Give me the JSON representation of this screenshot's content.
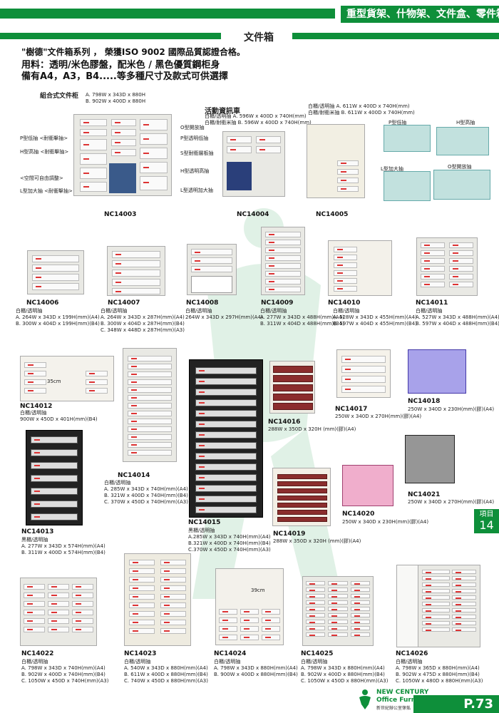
{
  "header": {
    "category": "重型貨架、什物架、文件盒、零件箱",
    "title": "文件箱"
  },
  "intro": [
    "\"樹德\"文件箱系列 ， 榮獲ISO 9002 國際品質認證合格。",
    "用料：透明/米色膠盤，配米色 / 黑色優質鋼柜身",
    "備有A4，A3，B4.....等多種尺寸及款式可供選擇"
  ],
  "combo": {
    "title": "組合式文件柜",
    "specs": [
      "A. 798W x 343D x 880H",
      "B. 902W x 400D x 880H"
    ],
    "code": "NC14003",
    "left_callouts": [
      "P型低抽 <耐衝擊抽>",
      "H型高抽 <耐衝擊抽>",
      "<空間可自由調整>",
      "L型加大抽 <耐衝擊抽>"
    ],
    "right_callouts": [
      "O型開放抽",
      "P型透明低抽",
      "S型耐衝層板抽",
      "H型透明高抽",
      "L型透明加大抽"
    ]
  },
  "cart": {
    "title": "活動資訊車",
    "specs": [
      "白櫃/透明抽  A. 596W x 400D x 740H(mm)",
      "白櫃/耐衝米抽 B. 596W x 400D x 740H(mm)"
    ],
    "code": "NC14004"
  },
  "nc14005": {
    "specs": [
      "白櫃/透明抽  A. 611W x 400D x 740H(mm)",
      "白櫃/耐衝米抽 B. 611W x 400D x 740H(mm)"
    ],
    "code": "NC14005",
    "trays": [
      "P型低抽",
      "H型高抽",
      "L型加大抽",
      "O型開放抽"
    ]
  },
  "row2": [
    {
      "code": "NC14006",
      "specs": [
        "白櫃/透明抽",
        "A. 264W x 343D x 199H(mm)(A4)",
        "B. 300W x 404D x 199H(mm)(B4)"
      ]
    },
    {
      "code": "NC14007",
      "specs": [
        "白櫃/透明抽",
        "A. 264W x 343D x 287H(mm)(A4)",
        "B. 300W x 404D x 287H(mm)(B4)",
        "C. 348W x 448D x 287H(mm)(A3)"
      ]
    },
    {
      "code": "NC14008",
      "specs": [
        "白櫃/透明抽",
        "264W x 343D x 297H(mm)(A4)"
      ]
    },
    {
      "code": "NC14009",
      "specs": [
        "白櫃/透明抽",
        "A. 277W x 343D x 488H(mm)(A4)",
        "B. 311W x 404D x 488H(mm)(B4)"
      ]
    },
    {
      "code": "NC14010",
      "specs": [
        "白櫃/透明抽",
        "A. 528W x 343D x 455H(mm)(A4)",
        "B. 597W x 404D x 455H(mm)(B4)"
      ]
    },
    {
      "code": "NC14011",
      "specs": [
        "白櫃/透明抽",
        "A. 527W x 343D x 488H(mm)(A4)",
        "B. 597W x 404D x 488H(mm)(B4)"
      ]
    }
  ],
  "nc14012": {
    "code": "NC14012",
    "specs": [
      "白櫃/透明抽",
      "900W x 450D x 401H(mm)(B4)"
    ],
    "dim": "35cm"
  },
  "nc14013": {
    "code": "NC14013",
    "specs": [
      "黑櫃/透明抽",
      "A. 277W x 343D x 574H(mm)(A4)",
      "B. 311W x 400D x 574H(mm)(B4)"
    ]
  },
  "nc14014": {
    "code": "NC14014",
    "specs": [
      "白櫃/透明抽",
      "A. 285W x 343D x 740H(mm)(A4)",
      "B. 321W x 400D x 740H(mm)(B4)",
      "C. 370W x 450D x 740H(mm)(A3)"
    ]
  },
  "nc14015": {
    "code": "NC14015",
    "specs": [
      "黑櫃/透明抽",
      "A.285W x 343D x 740H(mm)(A4)",
      "B.321W x 400D x 740H(mm)(B4)",
      "C.370W x 450D x 740H(mm)(A3)"
    ]
  },
  "nc14016": {
    "code": "NC14016",
    "spec": "288W x 350D x 320H (mm)(膠)(A4)"
  },
  "nc14017": {
    "code": "NC14017",
    "spec": "250W x 340D x 270H(mm)(膠)(A4)"
  },
  "nc14018": {
    "code": "NC14018",
    "spec": "250W x 340D x 230H(mm)(膠)(A4)"
  },
  "nc14019": {
    "code": "NC14019",
    "spec": "288W x 350D x 320H (mm)(膠)(A4)"
  },
  "nc14020": {
    "code": "NC14020",
    "spec": "250W x 340D x 230H(mm)(膠)(A4)"
  },
  "nc14021": {
    "code": "NC14021",
    "spec": "250W x 340D x 270H(mm)(膠)(A4)"
  },
  "side_tab": {
    "label": "項目",
    "number": "14"
  },
  "row4": [
    {
      "code": "NC14022",
      "specs": [
        "白櫃/透明抽",
        "A. 798W x 343D x 740H(mm)(A4)",
        "B. 902W x 400D x 740H(mm)(B4)",
        "C. 1050W x 450D x 740H(mm)(A3)"
      ]
    },
    {
      "code": "NC14023",
      "specs": [
        "白櫃/透明抽",
        "A. 540W x 343D x 880H(mm)(A4)",
        "B. 611W x 400D x 880H(mm)(B4)",
        "C. 740W x 450D x 880H(mm)(A3)"
      ]
    },
    {
      "code": "NC14024",
      "specs": [
        "白櫃/透明抽",
        "A. 798W x 343D x 880H(mm)(A4)",
        "B. 900W x 400D x 880H(mm)(B4)"
      ],
      "dim": "39cm"
    },
    {
      "code": "NC14025",
      "specs": [
        "白櫃/透明抽",
        "A. 798W x 343D x 880H(mm)(A4)",
        "B. 902W x 400D x 880H(mm)(B4)",
        "C. 1050W x 450D x 880H(mm)(A3)"
      ]
    },
    {
      "code": "NC14026",
      "specs": [
        "白櫃/透明抽",
        "A. 798W x 365D x 880H(mm)(A4)",
        "B. 902W x 475D x 880H(mm)(B4)",
        "C. 1050W x 480D x 880H(mm)(A3)"
      ]
    }
  ],
  "footer": {
    "brand1": "NEW CENTURY",
    "brand2": "Office Furniture",
    "brand3": "新世紀辦公室傢俬",
    "page": "P.73"
  },
  "colors": {
    "accent": "#0e8f3a"
  }
}
